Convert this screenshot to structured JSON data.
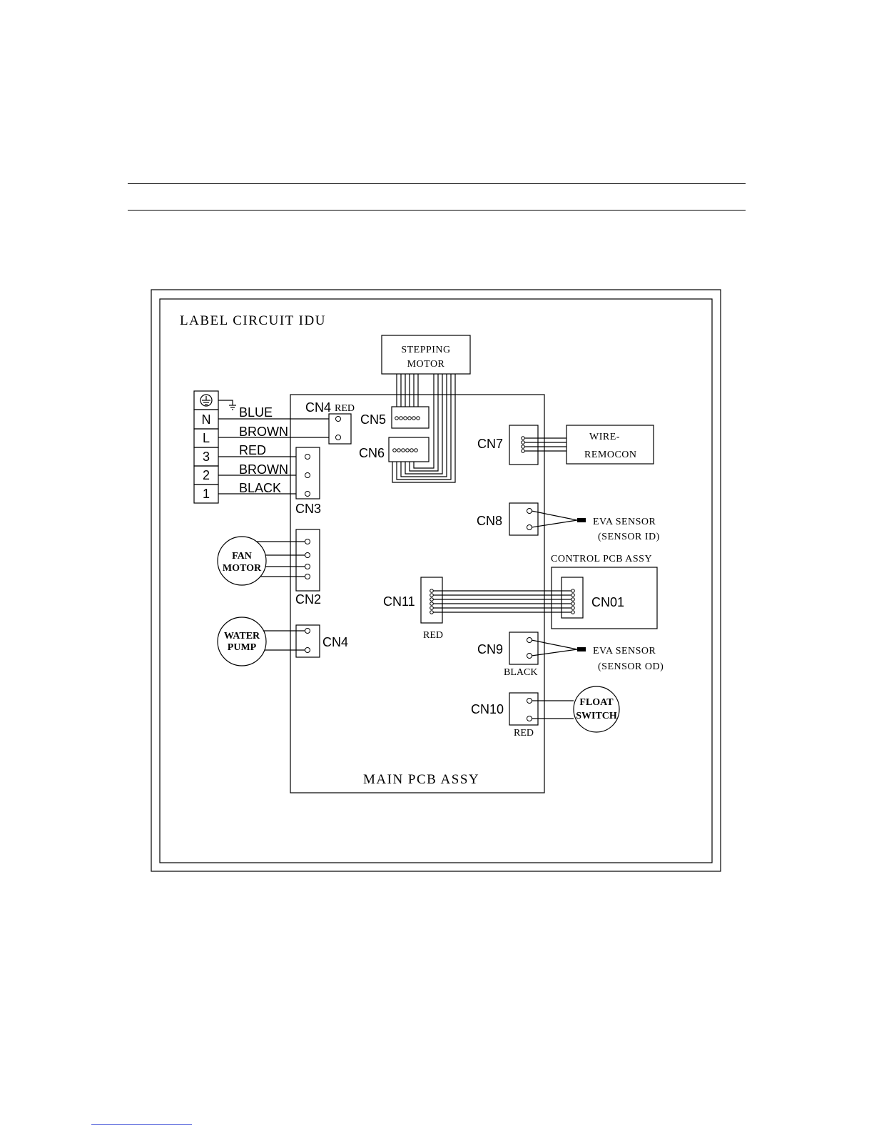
{
  "diagram": {
    "title": "LABEL CIRCUIT IDU",
    "main_pcb": "MAIN PCB ASSY",
    "control_pcb": "CONTROL PCB ASSY",
    "terminal_rows": [
      "N",
      "L",
      "3",
      "2",
      "1"
    ],
    "wire_colors": [
      "BLUE",
      "BROWN",
      "RED",
      "BROWN",
      "BLACK"
    ],
    "connectors": {
      "cn4_top": "CN4",
      "cn4_top_color": "RED",
      "cn5": "CN5",
      "cn6": "CN6",
      "cn7": "CN7",
      "cn3": "CN3",
      "cn2": "CN2",
      "cn4_bottom": "CN4",
      "cn8": "CN8",
      "cn11": "CN11",
      "cn11_color": "RED",
      "cn01": "CN01",
      "cn9": "CN9",
      "cn9_color": "BLACK",
      "cn10": "CN10",
      "cn10_color": "RED"
    },
    "components": {
      "stepping_motor": [
        "STEPPING",
        "MOTOR"
      ],
      "wire_remocon": [
        "WIRE-",
        "REMOCON"
      ],
      "fan_motor": [
        "FAN",
        "MOTOR"
      ],
      "water_pump": [
        "WATER",
        "PUMP"
      ],
      "float_switch": [
        "FLOAT",
        "SWITCH"
      ],
      "eva_sensor_id": [
        "EVA SENSOR",
        "(SENSOR ID)"
      ],
      "eva_sensor_od": [
        "EVA SENSOR",
        "(SENSOR OD)"
      ]
    },
    "icons": {
      "ground": "ground-icon"
    }
  }
}
